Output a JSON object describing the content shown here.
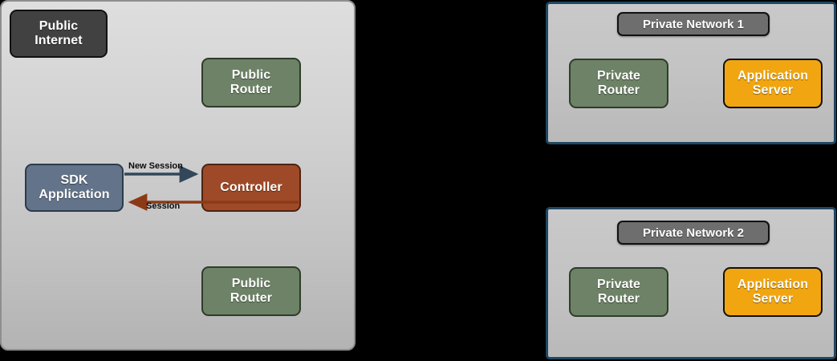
{
  "public_zone": {
    "internet_node": {
      "label": "Public\nInternet"
    },
    "router_top": {
      "label": "Public\nRouter"
    },
    "router_bottom": {
      "label": "Public\nRouter"
    },
    "sdk_node": {
      "label": "SDK\nApplication"
    },
    "controller_node": {
      "label": "Controller"
    },
    "flows": [
      {
        "name": "new-session",
        "label": "New Session",
        "direction": "sdk-to-controller",
        "color": "#33475b"
      },
      {
        "name": "session",
        "label": "Session",
        "direction": "controller-to-sdk",
        "color": "#8c3a16"
      }
    ]
  },
  "private_networks": [
    {
      "title": "Private Network 1",
      "router": {
        "label": "Private\nRouter"
      },
      "app_server": {
        "label": "Application\nServer"
      }
    },
    {
      "title": "Private Network 2",
      "router": {
        "label": "Private\nRouter"
      },
      "app_server": {
        "label": "Application\nServer"
      }
    }
  ],
  "colors": {
    "internet": "#414141",
    "router_green": "#6d8266",
    "sdk_blue": "#637389",
    "controller_brown": "#9e4a28",
    "app_server_orange": "#f1a611",
    "private_border": "#1f4660",
    "title_badge": "#6e6e6e",
    "canvas": "#000000"
  }
}
